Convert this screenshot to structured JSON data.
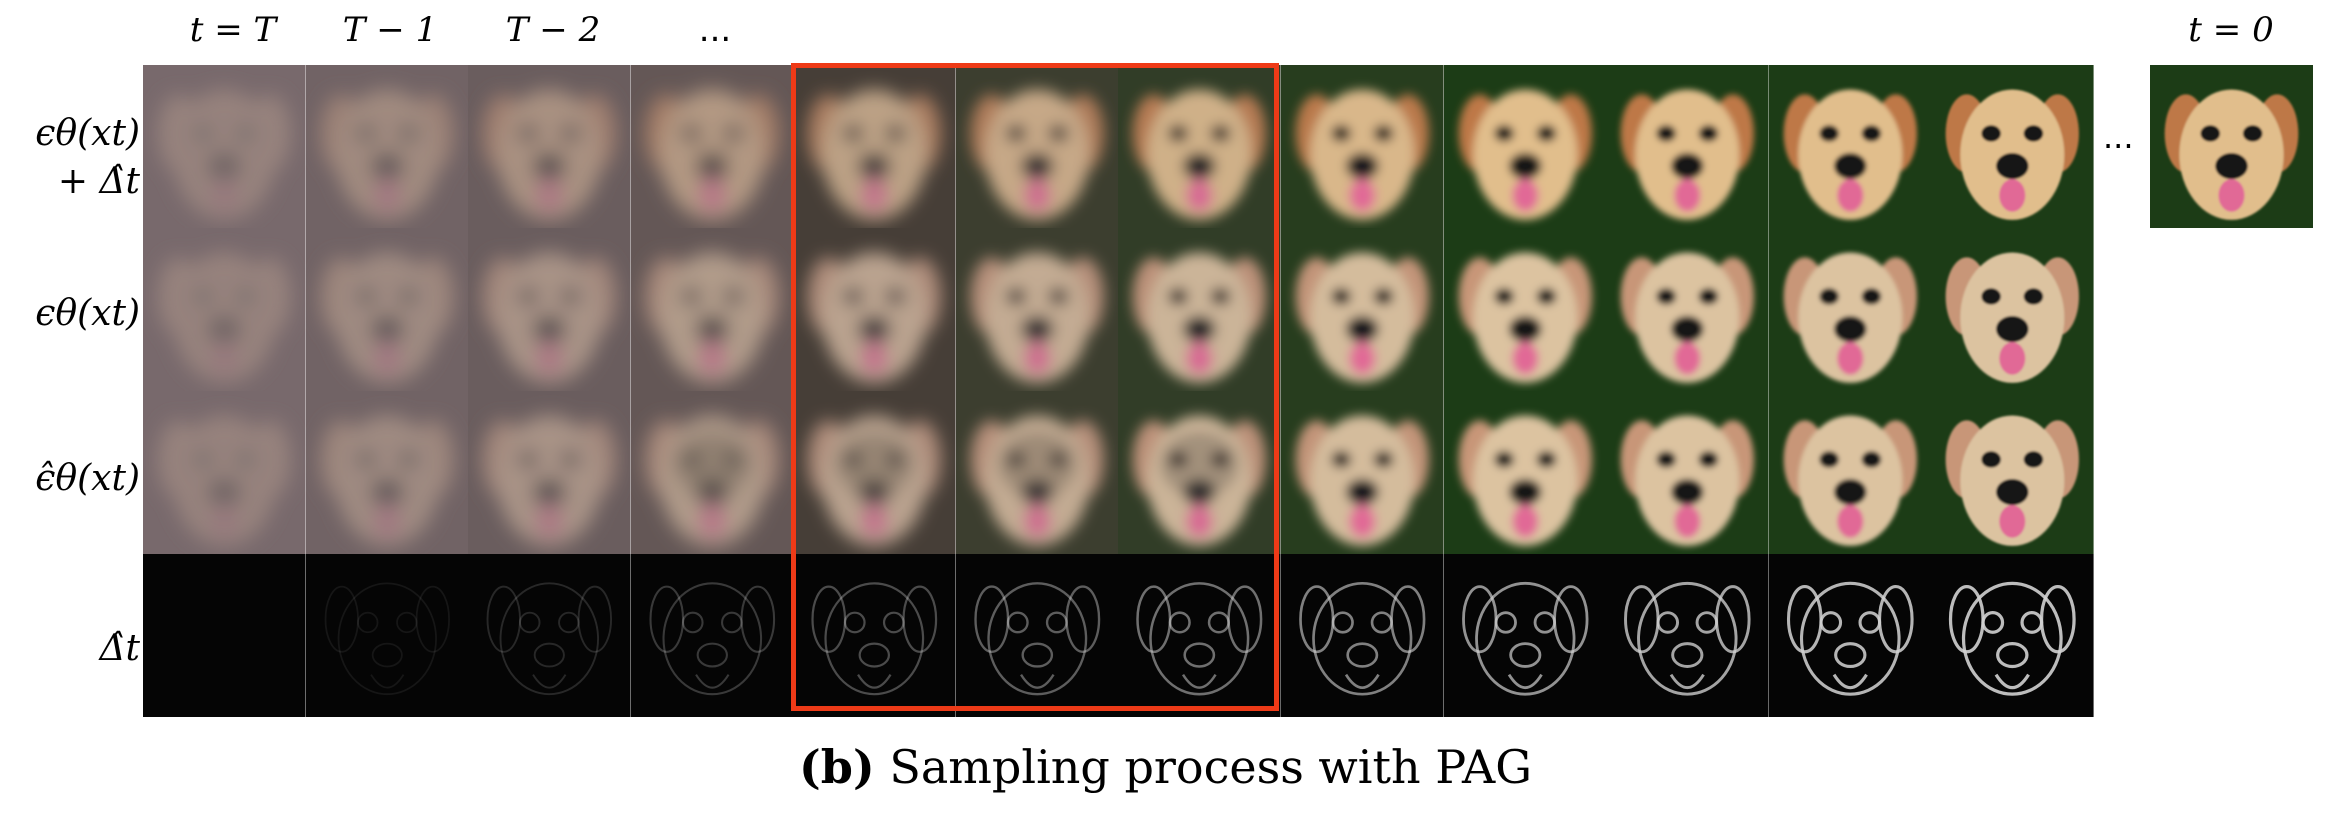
{
  "figure": {
    "column_labels": [
      "t = T",
      "T − 1",
      "T − 2",
      "..."
    ],
    "final_label": "t = 0",
    "row_labels": [
      "ϵθ(xt) + Δ̂t",
      "ϵθ(xt)",
      "ϵ̂θ(xt)",
      "Δ̂t"
    ],
    "row_label_lines": [
      [
        "ϵθ(xt)",
        "+ Δ̂t"
      ],
      [
        "ϵθ(xt)"
      ],
      [
        "ϵ̂θ(xt)"
      ],
      [
        "Δ̂t"
      ]
    ],
    "ellipsis": "...",
    "highlight_color": "#ee3a17",
    "caption_tag": "(b)",
    "caption_text": "Sampling process with PAG",
    "num_steps": 12,
    "num_rows": 4
  }
}
